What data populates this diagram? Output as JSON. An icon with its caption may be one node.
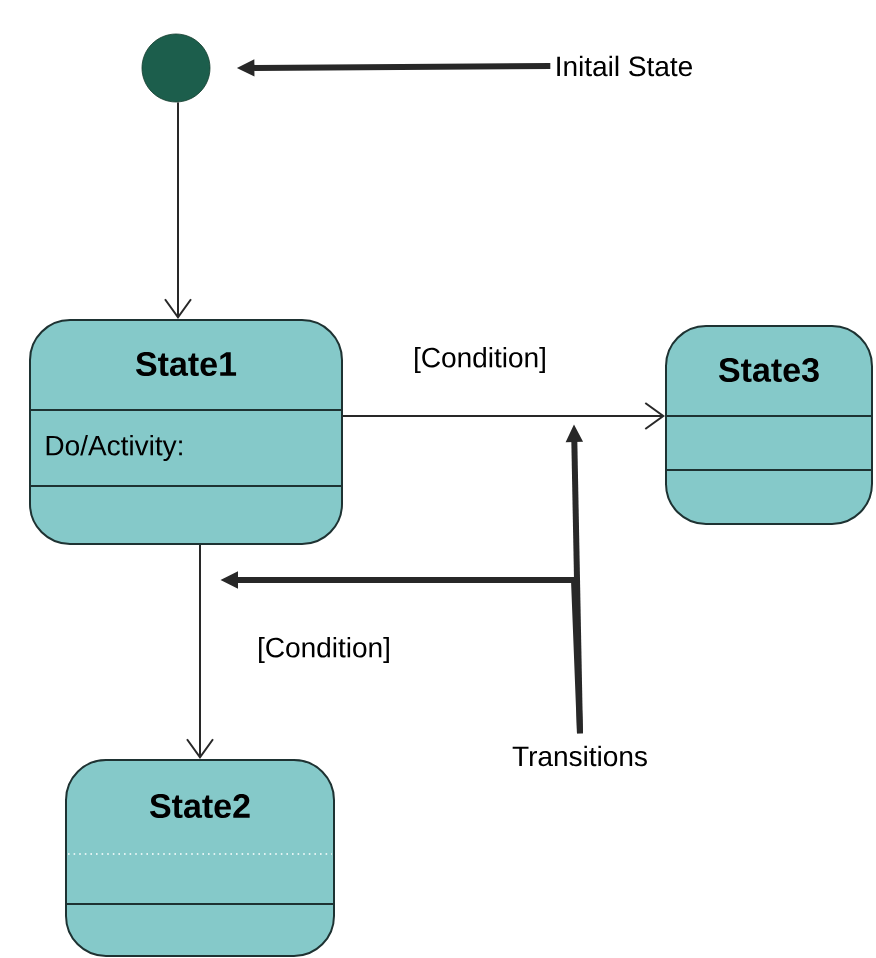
{
  "diagram": {
    "nodes": [
      {
        "text": [],
        "shape": "circle"
      },
      {
        "text": [
          "State1",
          "Do/Activity:"
        ]
      },
      {
        "text": [
          "State3"
        ]
      },
      {
        "text": [
          "State2"
        ]
      },
      {
        "text": [
          "Initail State"
        ]
      },
      {
        "text": [
          "Transitions"
        ]
      }
    ],
    "edges": [
      {
        "from": 0,
        "to": 1,
        "arrow": "to"
      },
      {
        "from": 1,
        "to": 2,
        "arrow": "to",
        "label": "[Condition]"
      },
      {
        "from": 1,
        "to": 3,
        "arrow": "to",
        "label": "[Condition]"
      },
      {
        "from": 4,
        "to": 0,
        "arrow": "to",
        "style": "thick"
      },
      {
        "from": 5,
        "to": null,
        "arrow": "to",
        "style": "thick"
      },
      {
        "from": 5,
        "to": null,
        "arrow": "to",
        "style": "thick"
      }
    ]
  }
}
